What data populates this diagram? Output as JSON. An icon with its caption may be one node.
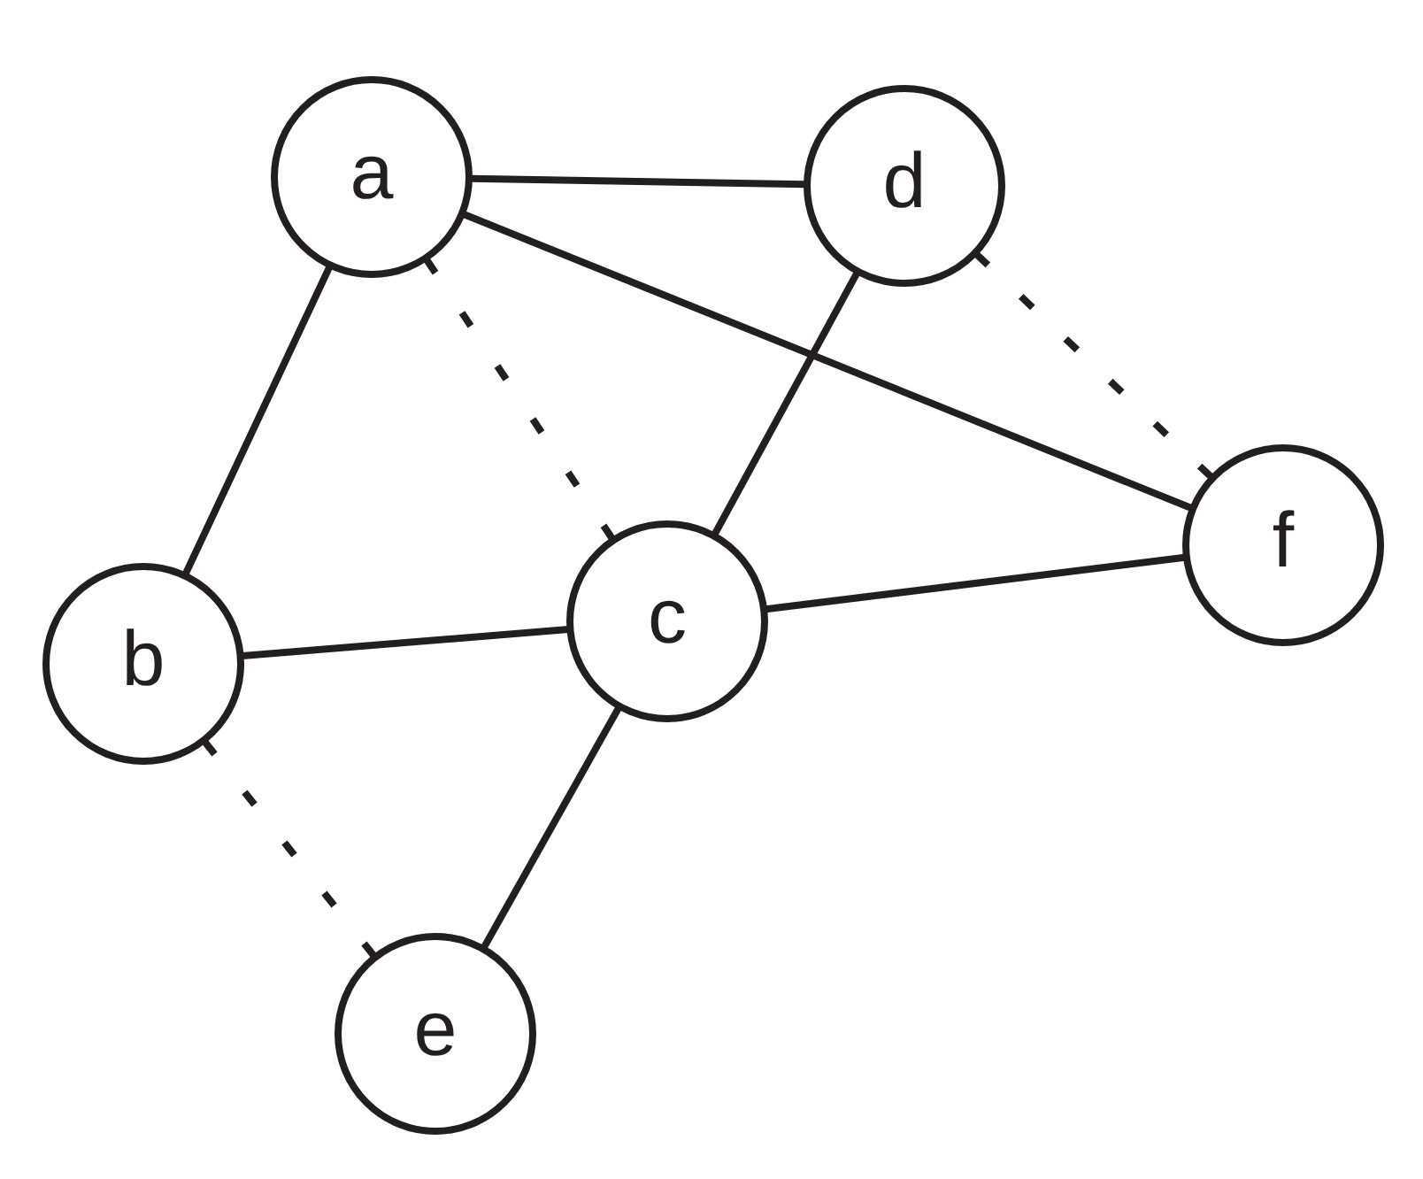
{
  "diagram": {
    "nodes": [
      {
        "text": [
          "a"
        ]
      },
      {
        "text": [
          "d"
        ]
      },
      {
        "text": [
          "b"
        ]
      },
      {
        "text": [
          "c"
        ]
      },
      {
        "text": [
          "f"
        ]
      },
      {
        "text": [
          "e"
        ]
      }
    ],
    "edges": [
      {
        "from": 0,
        "to": 1,
        "arrow": "none"
      },
      {
        "from": 0,
        "to": 2,
        "arrow": "none"
      },
      {
        "from": 0,
        "to": 3,
        "arrow": "none",
        "style": "dashed"
      },
      {
        "from": 0,
        "to": 4,
        "arrow": "none"
      },
      {
        "from": 1,
        "to": 3,
        "arrow": "none"
      },
      {
        "from": 1,
        "to": 4,
        "arrow": "none",
        "style": "dashed"
      },
      {
        "from": 2,
        "to": 3,
        "arrow": "none"
      },
      {
        "from": 3,
        "to": 4,
        "arrow": "none"
      },
      {
        "from": 2,
        "to": 5,
        "arrow": "none",
        "style": "dashed"
      },
      {
        "from": 3,
        "to": 5,
        "arrow": "none"
      }
    ]
  }
}
